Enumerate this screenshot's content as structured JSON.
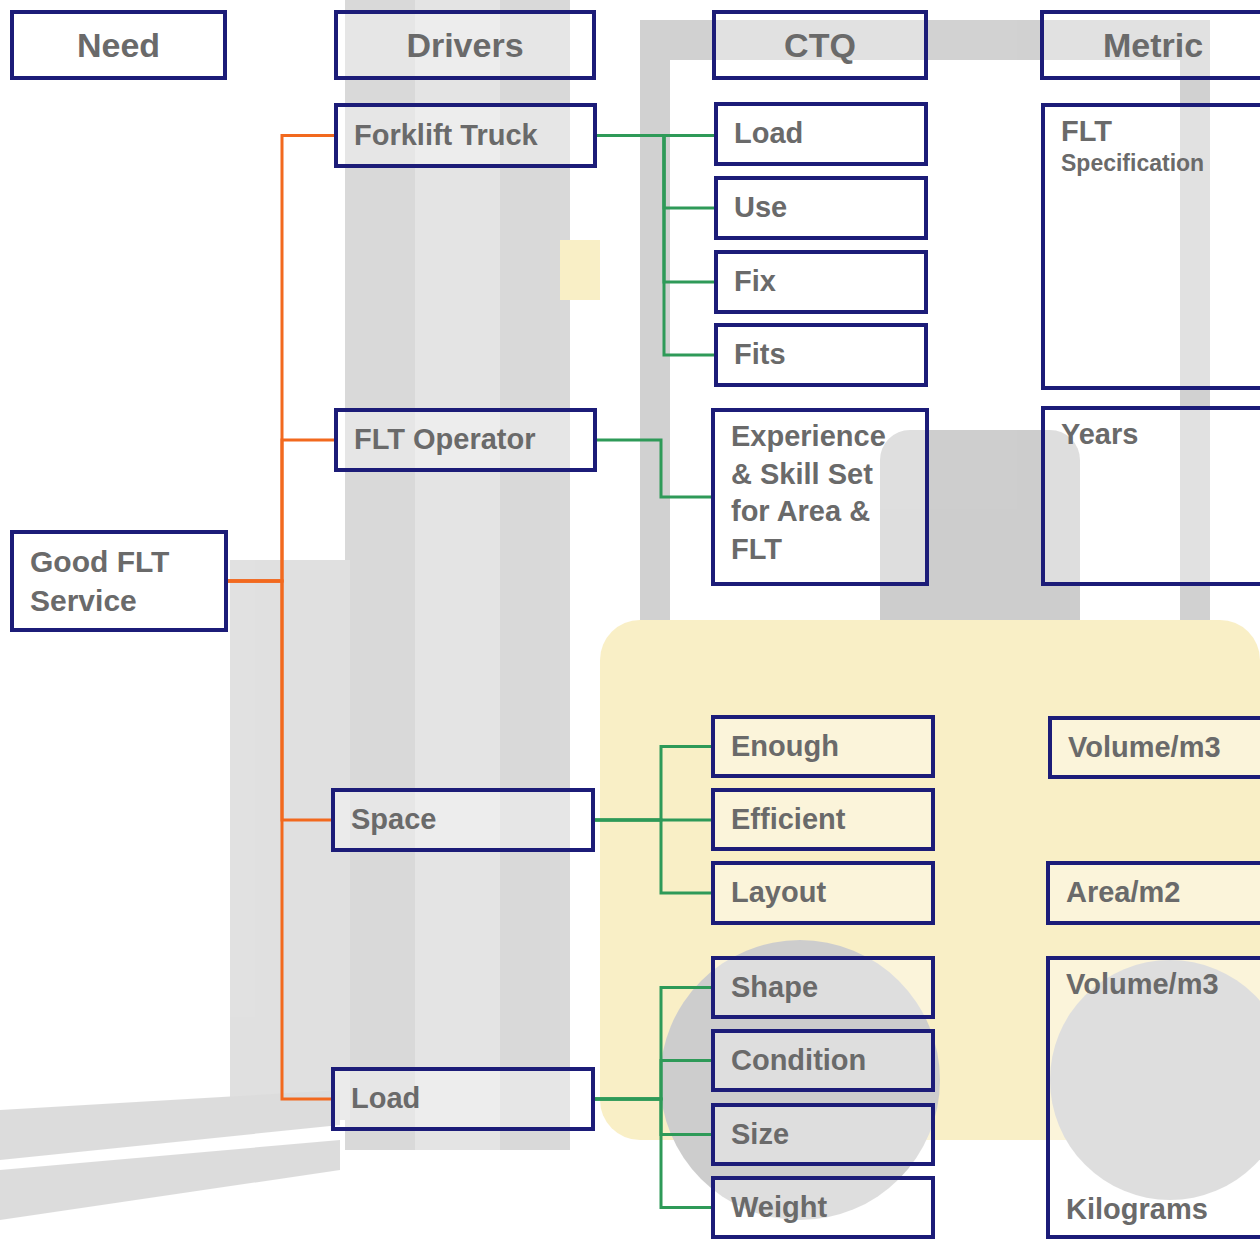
{
  "diagram": {
    "nodes": [
      {
        "text": [
          "Need"
        ]
      },
      {
        "text": [
          "Drivers"
        ]
      },
      {
        "text": [
          "CTQ"
        ]
      },
      {
        "text": [
          "Metric"
        ]
      },
      {
        "text": [
          "Good FLT Service"
        ]
      },
      {
        "text": [
          "Forklift Truck"
        ]
      },
      {
        "text": [
          "FLT Operator"
        ]
      },
      {
        "text": [
          "Space"
        ]
      },
      {
        "text": [
          "Load"
        ]
      },
      {
        "text": [
          "Load"
        ]
      },
      {
        "text": [
          "Use"
        ]
      },
      {
        "text": [
          "Fix"
        ]
      },
      {
        "text": [
          "Fits"
        ]
      },
      {
        "text": [
          "Experience & Skill Set for Area & FLT"
        ]
      },
      {
        "text": [
          "Enough"
        ]
      },
      {
        "text": [
          "Efficient"
        ]
      },
      {
        "text": [
          "Layout"
        ]
      },
      {
        "text": [
          "Shape"
        ]
      },
      {
        "text": [
          "Condition"
        ]
      },
      {
        "text": [
          "Size"
        ]
      },
      {
        "text": [
          "Weight"
        ]
      },
      {
        "text": [
          "FLT",
          "Specification"
        ]
      },
      {
        "text": [
          "Years"
        ]
      },
      {
        "text": [
          "Volume/m3"
        ]
      },
      {
        "text": [
          "Area/m2"
        ]
      },
      {
        "text": [
          "Volume/m3",
          "Kilograms"
        ]
      }
    ],
    "edges": [
      {
        "from": 4,
        "to": 5,
        "arrow": "none"
      },
      {
        "from": 4,
        "to": 6,
        "arrow": "none"
      },
      {
        "from": 4,
        "to": 7,
        "arrow": "none"
      },
      {
        "from": 4,
        "to": 8,
        "arrow": "none"
      },
      {
        "from": 5,
        "to": 9,
        "arrow": "none"
      },
      {
        "from": 5,
        "to": 10,
        "arrow": "none"
      },
      {
        "from": 5,
        "to": 11,
        "arrow": "none"
      },
      {
        "from": 5,
        "to": 12,
        "arrow": "none"
      },
      {
        "from": 6,
        "to": 13,
        "arrow": "none"
      },
      {
        "from": 7,
        "to": 14,
        "arrow": "none"
      },
      {
        "from": 7,
        "to": 15,
        "arrow": "none"
      },
      {
        "from": 7,
        "to": 16,
        "arrow": "none"
      },
      {
        "from": 8,
        "to": 17,
        "arrow": "none"
      },
      {
        "from": 8,
        "to": 18,
        "arrow": "none"
      },
      {
        "from": 8,
        "to": 19,
        "arrow": "none"
      },
      {
        "from": 8,
        "to": 20,
        "arrow": "none"
      }
    ]
  }
}
